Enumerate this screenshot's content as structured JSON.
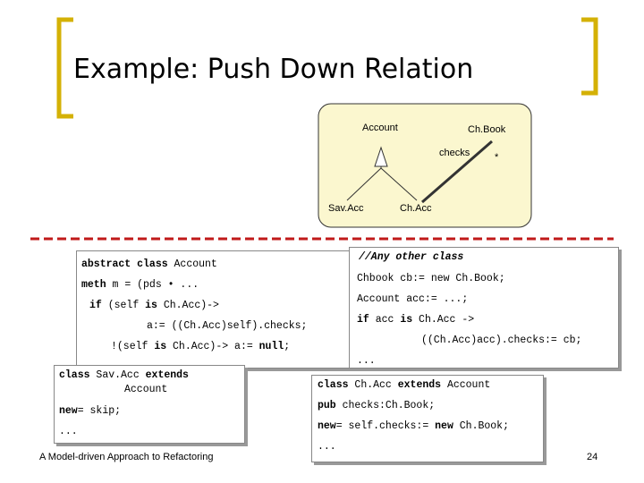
{
  "slide": {
    "title": "Example: Push Down Relation",
    "footer": "A Model-driven Approach to Refactoring",
    "page_number": "24"
  },
  "colors": {
    "bracket": "#d4b106",
    "diagram_bg": "#fbf7cf",
    "dash": "#c01a1a"
  },
  "diagram": {
    "account": "Account",
    "chbook": "Ch.Book",
    "checks": "checks",
    "multiplicity": "*",
    "savacc": "Sav.Acc",
    "chacc": "Ch.Acc"
  },
  "code_left": {
    "l1a": "abstract class",
    "l1b": " Account",
    "l2a": "meth",
    "l2b": " m = (pds • ...",
    "l3a": "if",
    "l3b": " (self ",
    "l3c": "is",
    "l3d": " Ch.Acc)->",
    "l4": "a:= ((Ch.Acc)self).checks;",
    "l5a": "!(self ",
    "l5b": "is",
    "l5c": " Ch.Acc)-> a:= ",
    "l5d": "null",
    "l5e": ";"
  },
  "code_left2": {
    "l1a": "class",
    "l1b": " Sav.Acc ",
    "l1c": "extends",
    "l2": "Account",
    "l3a": "new",
    "l3b": "= skip;",
    "l4": "..."
  },
  "code_right": {
    "l1": "//Any other class",
    "l2": "Chbook cb:= new Ch.Book;",
    "l3": "Account acc:= ...;",
    "l4a": "if",
    "l4b": " acc ",
    "l4c": "is",
    "l4d": " Ch.Acc ->",
    "l5": "((Ch.Acc)acc).checks:= cb;",
    "l6": "..."
  },
  "code_right2": {
    "l1a": "class",
    "l1b": " Ch.Acc ",
    "l1c": "extends",
    "l1d": " Account",
    "l2a": "pub",
    "l2b": " checks:Ch.Book;",
    "l3a": "new",
    "l3b": "= self.checks:= ",
    "l3c": "new",
    "l3d": " Ch.Book;",
    "l4": "..."
  }
}
